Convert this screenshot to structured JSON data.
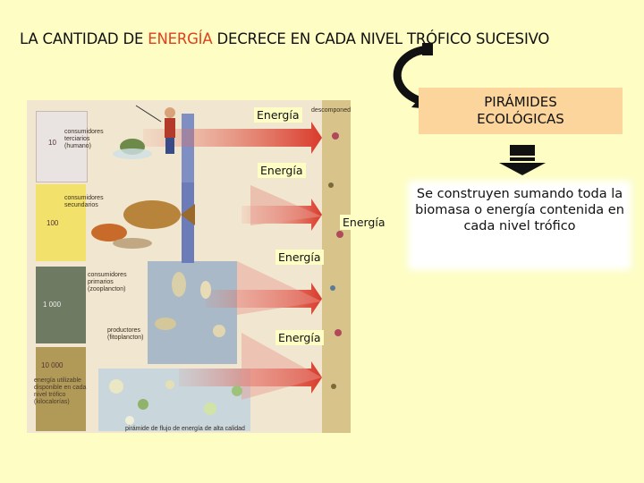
{
  "title": {
    "before": "LA CANTIDAD DE ",
    "highlight": "ENERGÍA",
    "after": " DECRECE EN CADA NIVEL TRÓFICO SUCESIVO"
  },
  "colors": {
    "background": "#fdfdc4",
    "highlight": "#e0401c",
    "pyramid_box": "#fbd59b",
    "arrow_red": "#d93a2a"
  },
  "figure": {
    "levels": [
      {
        "number": "10",
        "label": "consumidores terciarios (humano)"
      },
      {
        "number": "100",
        "label": "consumidores secundarios"
      },
      {
        "number": "1 000",
        "label": "consumidores primarios (zooplancton)"
      },
      {
        "number": "10 000",
        "label": "productores (fitoplancton)"
      }
    ],
    "bottom_note": "energía utilizable disponible en cada nivel trófico (kilocalorías)",
    "top_label": "descomponedores",
    "footer_caption": "pirámide de flujo de energía de alta calidad"
  },
  "energy_labels": [
    "Energía",
    "Energía",
    "Energía",
    "Energía",
    "Energía"
  ],
  "pyramid_box": {
    "line1": "PIRÁMIDES",
    "line2": "ECOLÓGICAS"
  },
  "description": "Se construyen sumando toda la biomasa o energía contenida en cada nivel trófico"
}
